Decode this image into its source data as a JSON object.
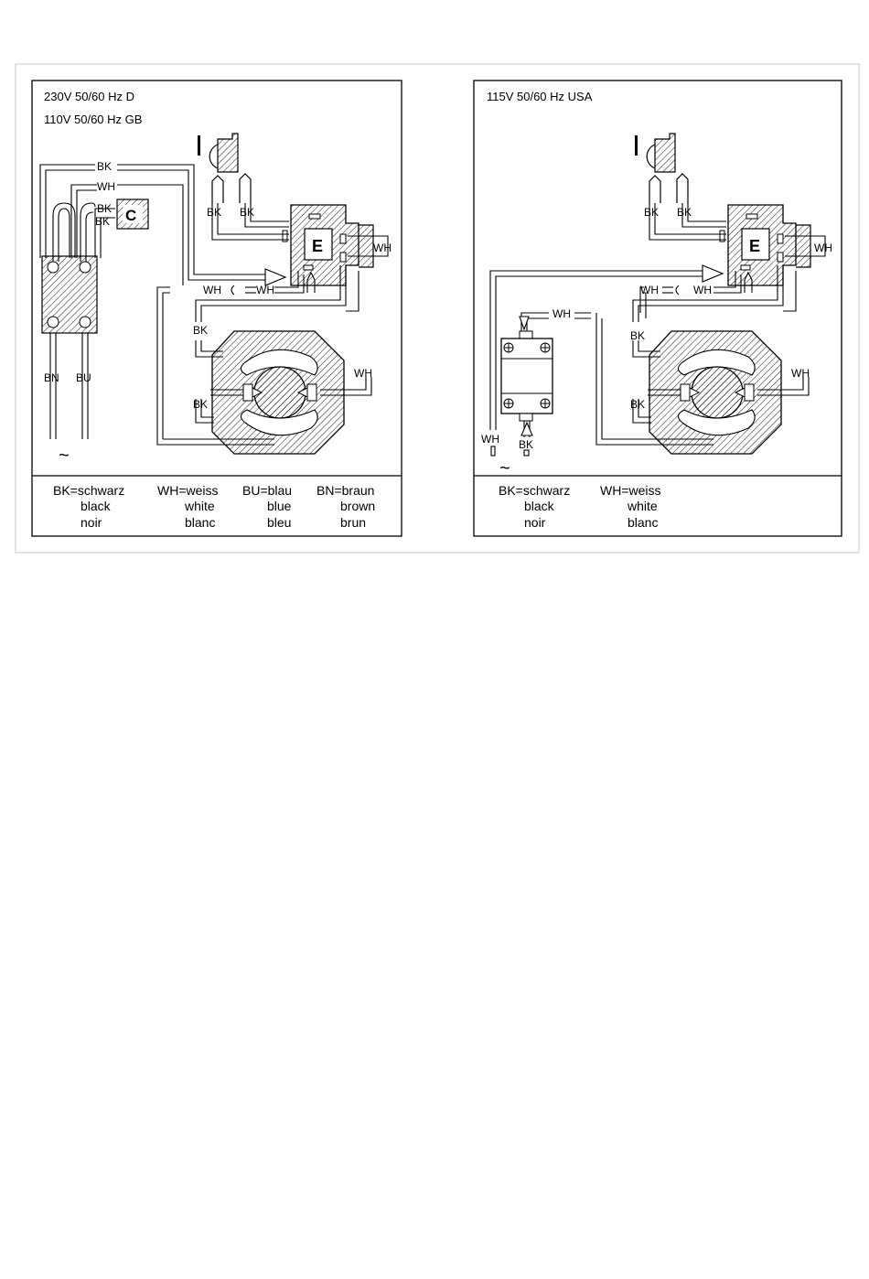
{
  "left_panel": {
    "title_line1": "230V 50/60 Hz D",
    "title_line2": "110V 50/60 Hz GB",
    "component_c": "C",
    "component_e": "E",
    "wires": {
      "bk_top": "BK",
      "wh_top": "WH",
      "bk_c1": "BK",
      "bk_c2": "BK",
      "bk_brush_left": "BK",
      "bk_brush_right": "BK",
      "wh_switch": "WH",
      "wh_mid_left": "WH",
      "wh_mid_right": "WH",
      "bk_mid": "BK",
      "wh_stator": "WH",
      "bk_stator": "BK",
      "bn_lead": "BN",
      "bu_lead": "BU"
    },
    "ac_symbol": "~",
    "legend": [
      {
        "code": "BK=schwarz",
        "en": "black",
        "fr": "noir"
      },
      {
        "code": "WH=weiss",
        "en": "white",
        "fr": "blanc"
      },
      {
        "code": "BU=blau",
        "en": "blue",
        "fr": "bleu"
      },
      {
        "code": "BN=braun",
        "en": "brown",
        "fr": "brun"
      }
    ]
  },
  "right_panel": {
    "title_line1": "115V 50/60 Hz USA",
    "component_e": "E",
    "wires": {
      "bk_brush_left": "BK",
      "bk_brush_right": "BK",
      "wh_switch": "WH",
      "wh_mid_left": "WH",
      "wh_mid_right": "WH",
      "wh_block": "WH",
      "bk_mid": "BK",
      "wh_stator": "WH",
      "bk_stator": "BK",
      "wh_lead": "WH",
      "bk_lead": "BK"
    },
    "ac_symbol": "~",
    "legend": [
      {
        "code": "BK=schwarz",
        "en": "black",
        "fr": "noir"
      },
      {
        "code": "WH=weiss",
        "en": "white",
        "fr": "blanc"
      }
    ]
  }
}
